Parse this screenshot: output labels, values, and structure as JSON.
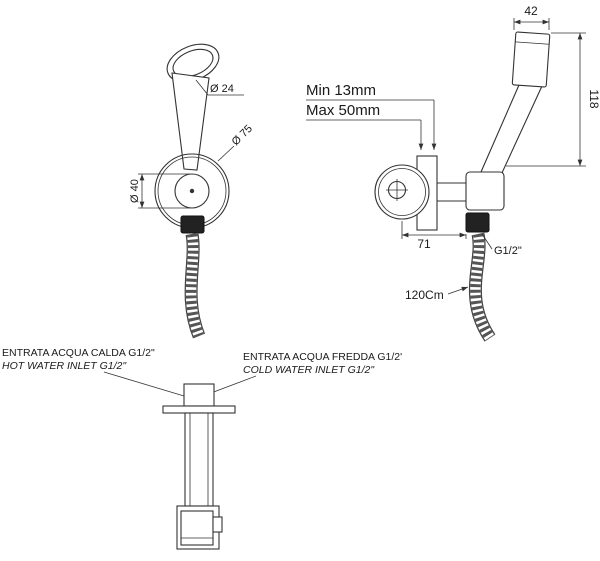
{
  "left_view": {
    "dim_head": "Ø 24",
    "dim_outer": "Ø 75",
    "dim_inner": "Ø 40"
  },
  "right_view": {
    "dim_width": "42",
    "dim_height": "118",
    "wall_min": "Min 13mm",
    "wall_max": "Max 50mm",
    "dim_offset": "71",
    "thread": "G1/2\"",
    "hose_length": "120Cm"
  },
  "bottom_view": {
    "hot_label_it": "ENTRATA ACQUA CALDA G1/2\"",
    "hot_label_en": "HOT WATER INLET G1/2\"",
    "cold_label_it": "ENTRATA ACQUA FREDDA G1/2'",
    "cold_label_en": "COLD WATER INLET G1/2\"",
    "hot_color": "#cc0000",
    "cold_color": "#0000cc"
  }
}
